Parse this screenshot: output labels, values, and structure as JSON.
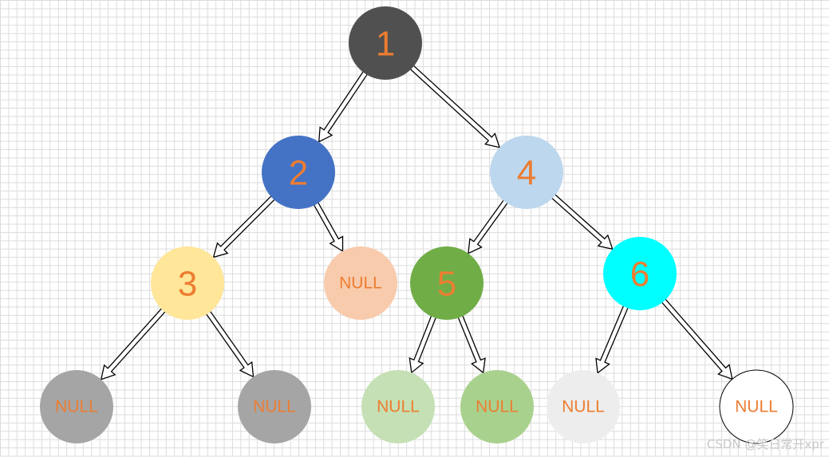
{
  "nodes": [
    {
      "id": "n1",
      "label": "1",
      "fill": "#505050",
      "kind": "value"
    },
    {
      "id": "n2",
      "label": "2",
      "fill": "#4472c4",
      "kind": "value"
    },
    {
      "id": "n4",
      "label": "4",
      "fill": "#bdd7ee",
      "kind": "value"
    },
    {
      "id": "n3",
      "label": "3",
      "fill": "#ffe699",
      "kind": "value"
    },
    {
      "id": "n2r",
      "label": "NULL",
      "fill": "#f8cbad",
      "kind": "null"
    },
    {
      "id": "n5",
      "label": "5",
      "fill": "#70ad47",
      "kind": "value"
    },
    {
      "id": "n6",
      "label": "6",
      "fill": "#00ffff",
      "kind": "value"
    },
    {
      "id": "n3l",
      "label": "NULL",
      "fill": "#a5a5a5",
      "kind": "null"
    },
    {
      "id": "n3r",
      "label": "NULL",
      "fill": "#a5a5a5",
      "kind": "null"
    },
    {
      "id": "n5l",
      "label": "NULL",
      "fill": "#c5e0b4",
      "kind": "null"
    },
    {
      "id": "n5r",
      "label": "NULL",
      "fill": "#a9d18e",
      "kind": "null"
    },
    {
      "id": "n6l",
      "label": "NULL",
      "fill": "#ededed",
      "kind": "null"
    },
    {
      "id": "n6r",
      "label": "NULL",
      "fill": "#ffffff",
      "kind": "null",
      "stroke": "#000000"
    }
  ],
  "edges": [
    {
      "from": "n1",
      "to": "n2"
    },
    {
      "from": "n1",
      "to": "n4"
    },
    {
      "from": "n2",
      "to": "n3"
    },
    {
      "from": "n2",
      "to": "n2r"
    },
    {
      "from": "n4",
      "to": "n5"
    },
    {
      "from": "n4",
      "to": "n6"
    },
    {
      "from": "n3",
      "to": "n3l"
    },
    {
      "from": "n3",
      "to": "n3r"
    },
    {
      "from": "n5",
      "to": "n5l"
    },
    {
      "from": "n5",
      "to": "n5r"
    },
    {
      "from": "n6",
      "to": "n6l"
    },
    {
      "from": "n6",
      "to": "n6r"
    }
  ],
  "watermark": "CSDN @笑日常开xpr"
}
